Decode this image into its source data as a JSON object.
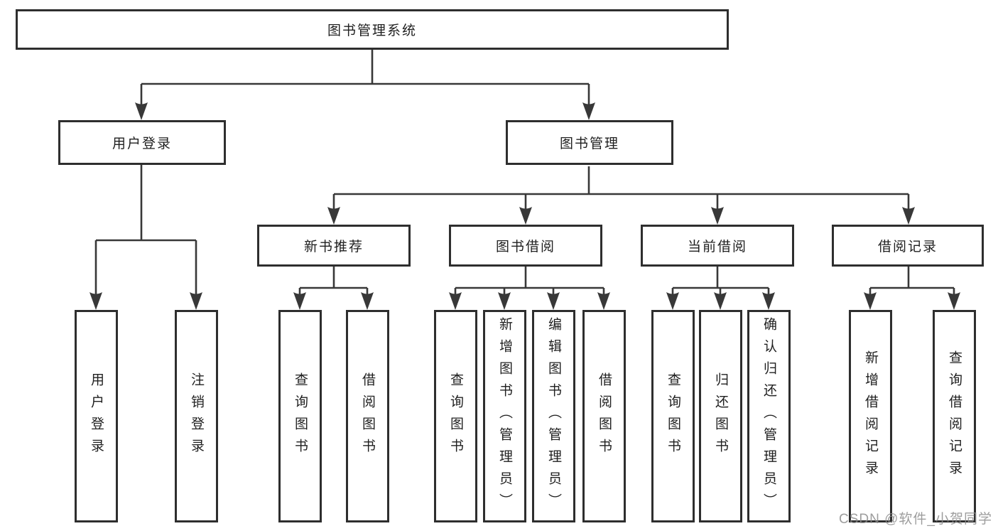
{
  "tree": {
    "root": {
      "label": "图书管理系统"
    },
    "branches": [
      {
        "label": "用户登录",
        "children": [
          {
            "label": "用户登录"
          },
          {
            "label": "注销登录"
          }
        ]
      },
      {
        "label": "图书管理",
        "groups": [
          {
            "label": "新书推荐",
            "children": [
              {
                "label": "查询图书"
              },
              {
                "label": "借阅图书"
              }
            ]
          },
          {
            "label": "图书借阅",
            "children": [
              {
                "label": "查询图书"
              },
              {
                "label": "新增图书（管理员）"
              },
              {
                "label": "编辑图书（管理员）"
              },
              {
                "label": "借阅图书"
              }
            ]
          },
          {
            "label": "当前借阅",
            "children": [
              {
                "label": "查询图书"
              },
              {
                "label": "归还图书"
              },
              {
                "label": "确认归还（管理员）"
              }
            ]
          },
          {
            "label": "借阅记录",
            "children": [
              {
                "label": "新增借阅记录"
              },
              {
                "label": "查询借阅记录"
              }
            ]
          }
        ]
      }
    ]
  },
  "colors": {
    "line": "#383838",
    "box_border": "#2e2e2e",
    "text": "#1f1f1f",
    "watermark": "#8c8c8c"
  },
  "watermark": "CSDN @软件_小贺同学"
}
